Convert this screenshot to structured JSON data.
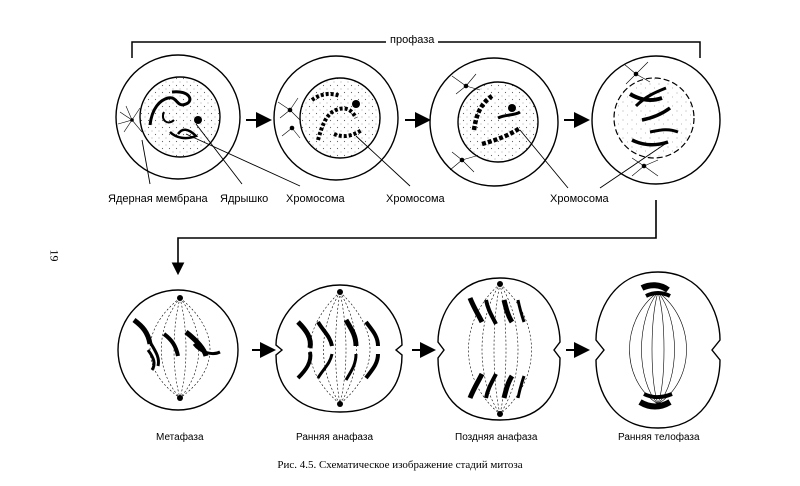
{
  "page_number": "19",
  "prophase_label": "профаза",
  "labels": {
    "nuclear_membrane": "Ядерная мембрана",
    "nucleolus": "Ядрышко",
    "chromosome_1": "Хромосома",
    "chromosome_2": "Хромосома",
    "chromosome_3": "Хромосома"
  },
  "stages": {
    "metaphase": "Метафаза",
    "early_anaphase": "Ранняя  анафаза",
    "late_anaphase": "Поздняя анафаза",
    "early_telophase": "Ранняя телофаза"
  },
  "caption": "Рис. 4.5. Схематическое изображение стадий митоза",
  "colors": {
    "ink": "#000000",
    "paper": "#ffffff",
    "stipple": "#555555"
  }
}
